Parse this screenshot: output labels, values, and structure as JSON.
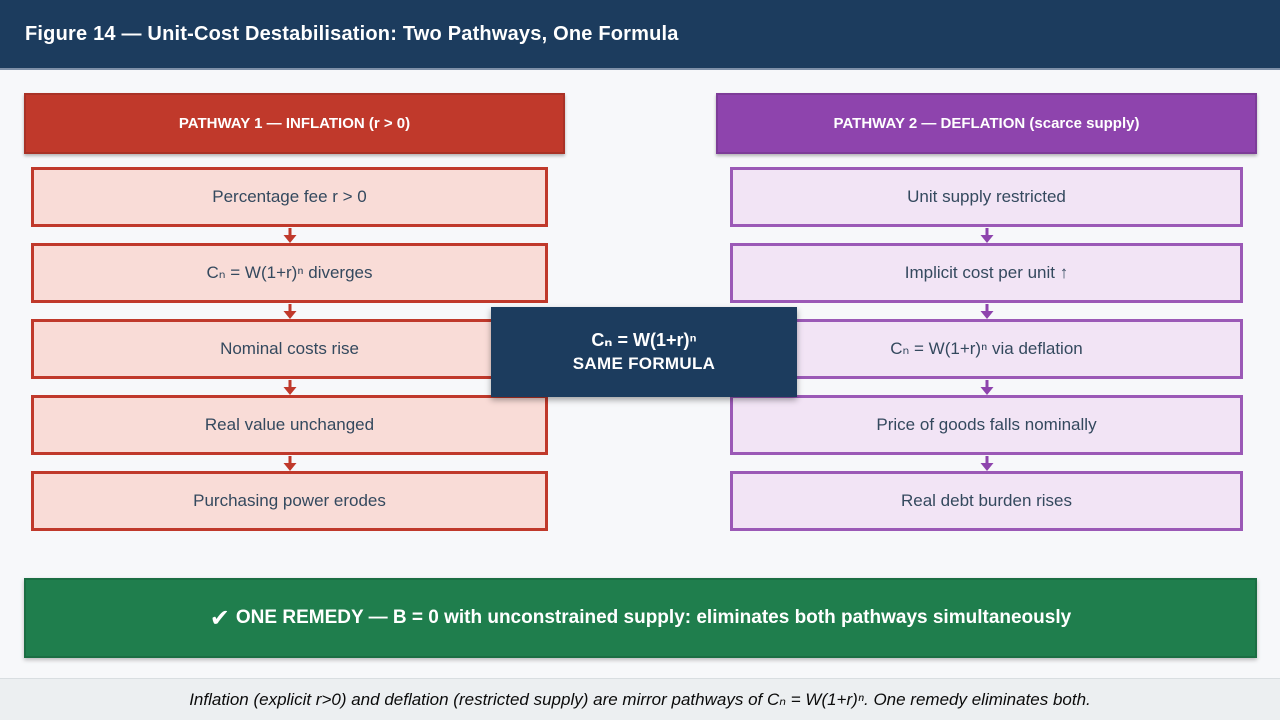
{
  "title_bar": {
    "title": "Figure 14 — Unit-Cost Destabilisation: Two Pathways, One Formula"
  },
  "pathway1": {
    "title": "PATHWAY 1 — INFLATION (r > 0)",
    "accent_color": "#c0392b",
    "box_fill_color": "#f9dcd7",
    "steps": [
      "Percentage fee r > 0",
      "Cₙ = W(1+r)ⁿ diverges",
      "Nominal costs rise",
      "Real value unchanged",
      "Purchasing power erodes"
    ]
  },
  "pathway2": {
    "title": "PATHWAY 2 — DEFLATION (scarce supply)",
    "accent_color": "#8e44ad",
    "box_fill_color": "#f2e4f5",
    "steps": [
      "Unit supply restricted",
      "Implicit cost per unit ↑",
      "Cₙ = W(1+r)ⁿ via deflation",
      "Price of goods falls nominally",
      "Real debt burden rises"
    ]
  },
  "center_box": {
    "formula": "Cₙ = W(1+r)ⁿ",
    "label": "SAME FORMULA",
    "background_color": "#1c3c5e"
  },
  "remedy_banner": {
    "check_icon": "✔",
    "text": "ONE REMEDY — B = 0 with unconstrained supply: eliminates both pathways simultaneously",
    "background_color": "#1f7e4d"
  },
  "caption": {
    "text": "Inflation (explicit r>0) and deflation (restricted supply) are mirror pathways of Cₙ = W(1+r)ⁿ. One remedy eliminates both."
  },
  "colors": {
    "title_bar_bg": "#1c3c5e",
    "page_bg": "#f7f8fa",
    "caption_bg": "#eceff1",
    "step_text": "#34495e"
  }
}
